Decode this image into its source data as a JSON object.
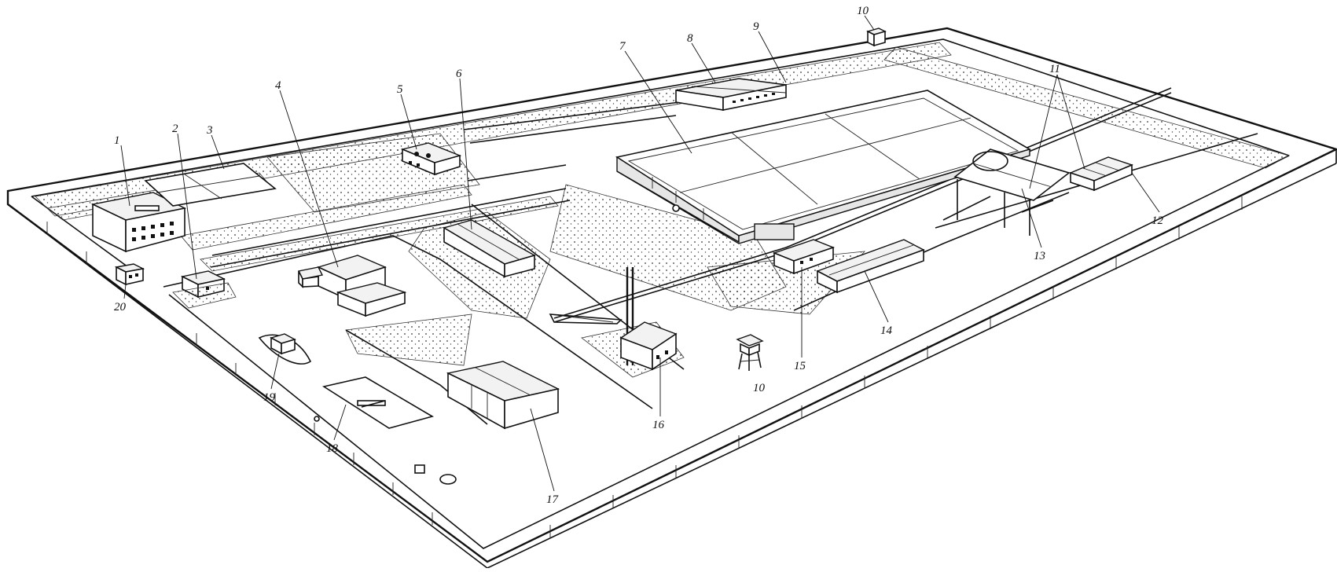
{
  "diagram": {
    "labels": [
      {
        "id": "1",
        "text": "1"
      },
      {
        "id": "2",
        "text": "2"
      },
      {
        "id": "3",
        "text": "3"
      },
      {
        "id": "4",
        "text": "4"
      },
      {
        "id": "5",
        "text": "5"
      },
      {
        "id": "6",
        "text": "6"
      },
      {
        "id": "7",
        "text": "7"
      },
      {
        "id": "8",
        "text": "8"
      },
      {
        "id": "9",
        "text": "9"
      },
      {
        "id": "10a",
        "text": "10"
      },
      {
        "id": "10b",
        "text": "10"
      },
      {
        "id": "11",
        "text": "11"
      },
      {
        "id": "12",
        "text": "12"
      },
      {
        "id": "13",
        "text": "13"
      },
      {
        "id": "14",
        "text": "14"
      },
      {
        "id": "15",
        "text": "15"
      },
      {
        "id": "16",
        "text": "16"
      },
      {
        "id": "17",
        "text": "17"
      },
      {
        "id": "18",
        "text": "18"
      },
      {
        "id": "19",
        "text": "19"
      },
      {
        "id": "20",
        "text": "20"
      }
    ]
  }
}
